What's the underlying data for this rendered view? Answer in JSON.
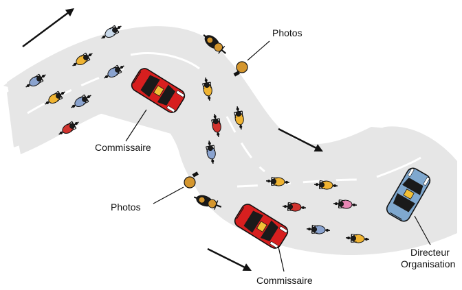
{
  "labels": {
    "photos_top": "Photos",
    "commissaire_left": "Commissaire",
    "photos_left": "Photos",
    "commissaire_bottom": "Commissaire",
    "directeur_line1": "Directeur",
    "directeur_line2": "Organisation"
  },
  "colors": {
    "road": "#e8e8e8",
    "lane_marking": "#ffffff",
    "outline": "#111111",
    "commissaire_car": "#d71f1f",
    "directeur_car": "#7fa8cf",
    "photo_moto": "#d4962e",
    "jersey_blue": "#8aa3cf",
    "jersey_yellow": "#f0b432",
    "jersey_red": "#d2342f",
    "jersey_pink": "#e887b4",
    "jersey_light": "#c9d9ea"
  },
  "icons": [
    "direction-arrow-icon",
    "cyclist-icon",
    "car-icon",
    "photographer-moto-icon"
  ]
}
